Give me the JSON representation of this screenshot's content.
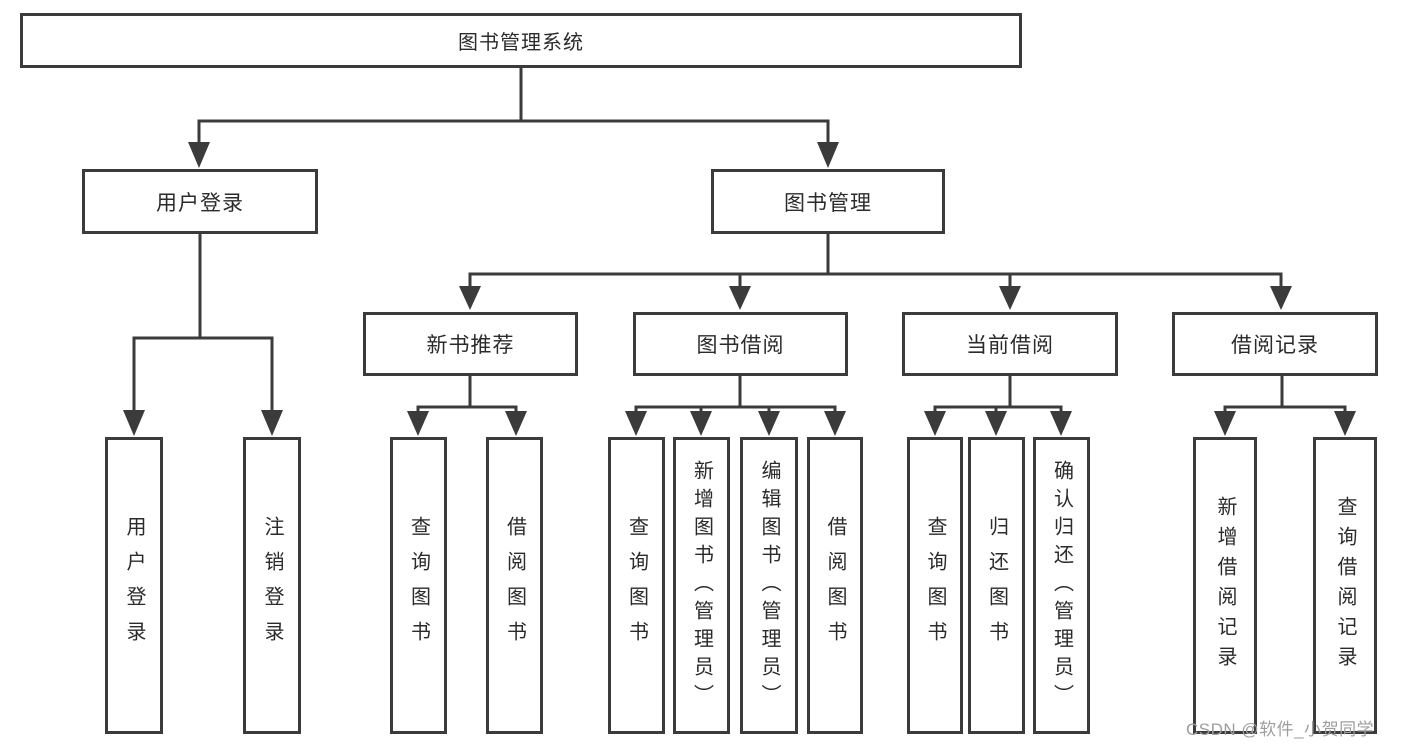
{
  "diagram": {
    "type": "hierarchy-tree",
    "line_color": "#3b3b3b",
    "box_background": "#ffffff",
    "text_color": "#2b2b2b"
  },
  "tree": {
    "label": "图书管理系统",
    "children": [
      {
        "label": "用户登录",
        "children": [
          {
            "label": "用户登录"
          },
          {
            "label": "注销登录"
          }
        ]
      },
      {
        "label": "图书管理",
        "children": [
          {
            "label": "新书推荐",
            "children": [
              {
                "label": "查询图书"
              },
              {
                "label": "借阅图书"
              }
            ]
          },
          {
            "label": "图书借阅",
            "children": [
              {
                "label": "查询图书"
              },
              {
                "label": "新增图书（管理员）"
              },
              {
                "label": "编辑图书（管理员）"
              },
              {
                "label": "借阅图书"
              }
            ]
          },
          {
            "label": "当前借阅",
            "children": [
              {
                "label": "查询图书"
              },
              {
                "label": "归还图书"
              },
              {
                "label": "确认归还（管理员）"
              }
            ]
          },
          {
            "label": "借阅记录",
            "children": [
              {
                "label": "新增借阅记录"
              },
              {
                "label": "查询借阅记录"
              }
            ]
          }
        ]
      }
    ]
  },
  "watermark": {
    "text": "CSDN @软件_小贺同学"
  }
}
